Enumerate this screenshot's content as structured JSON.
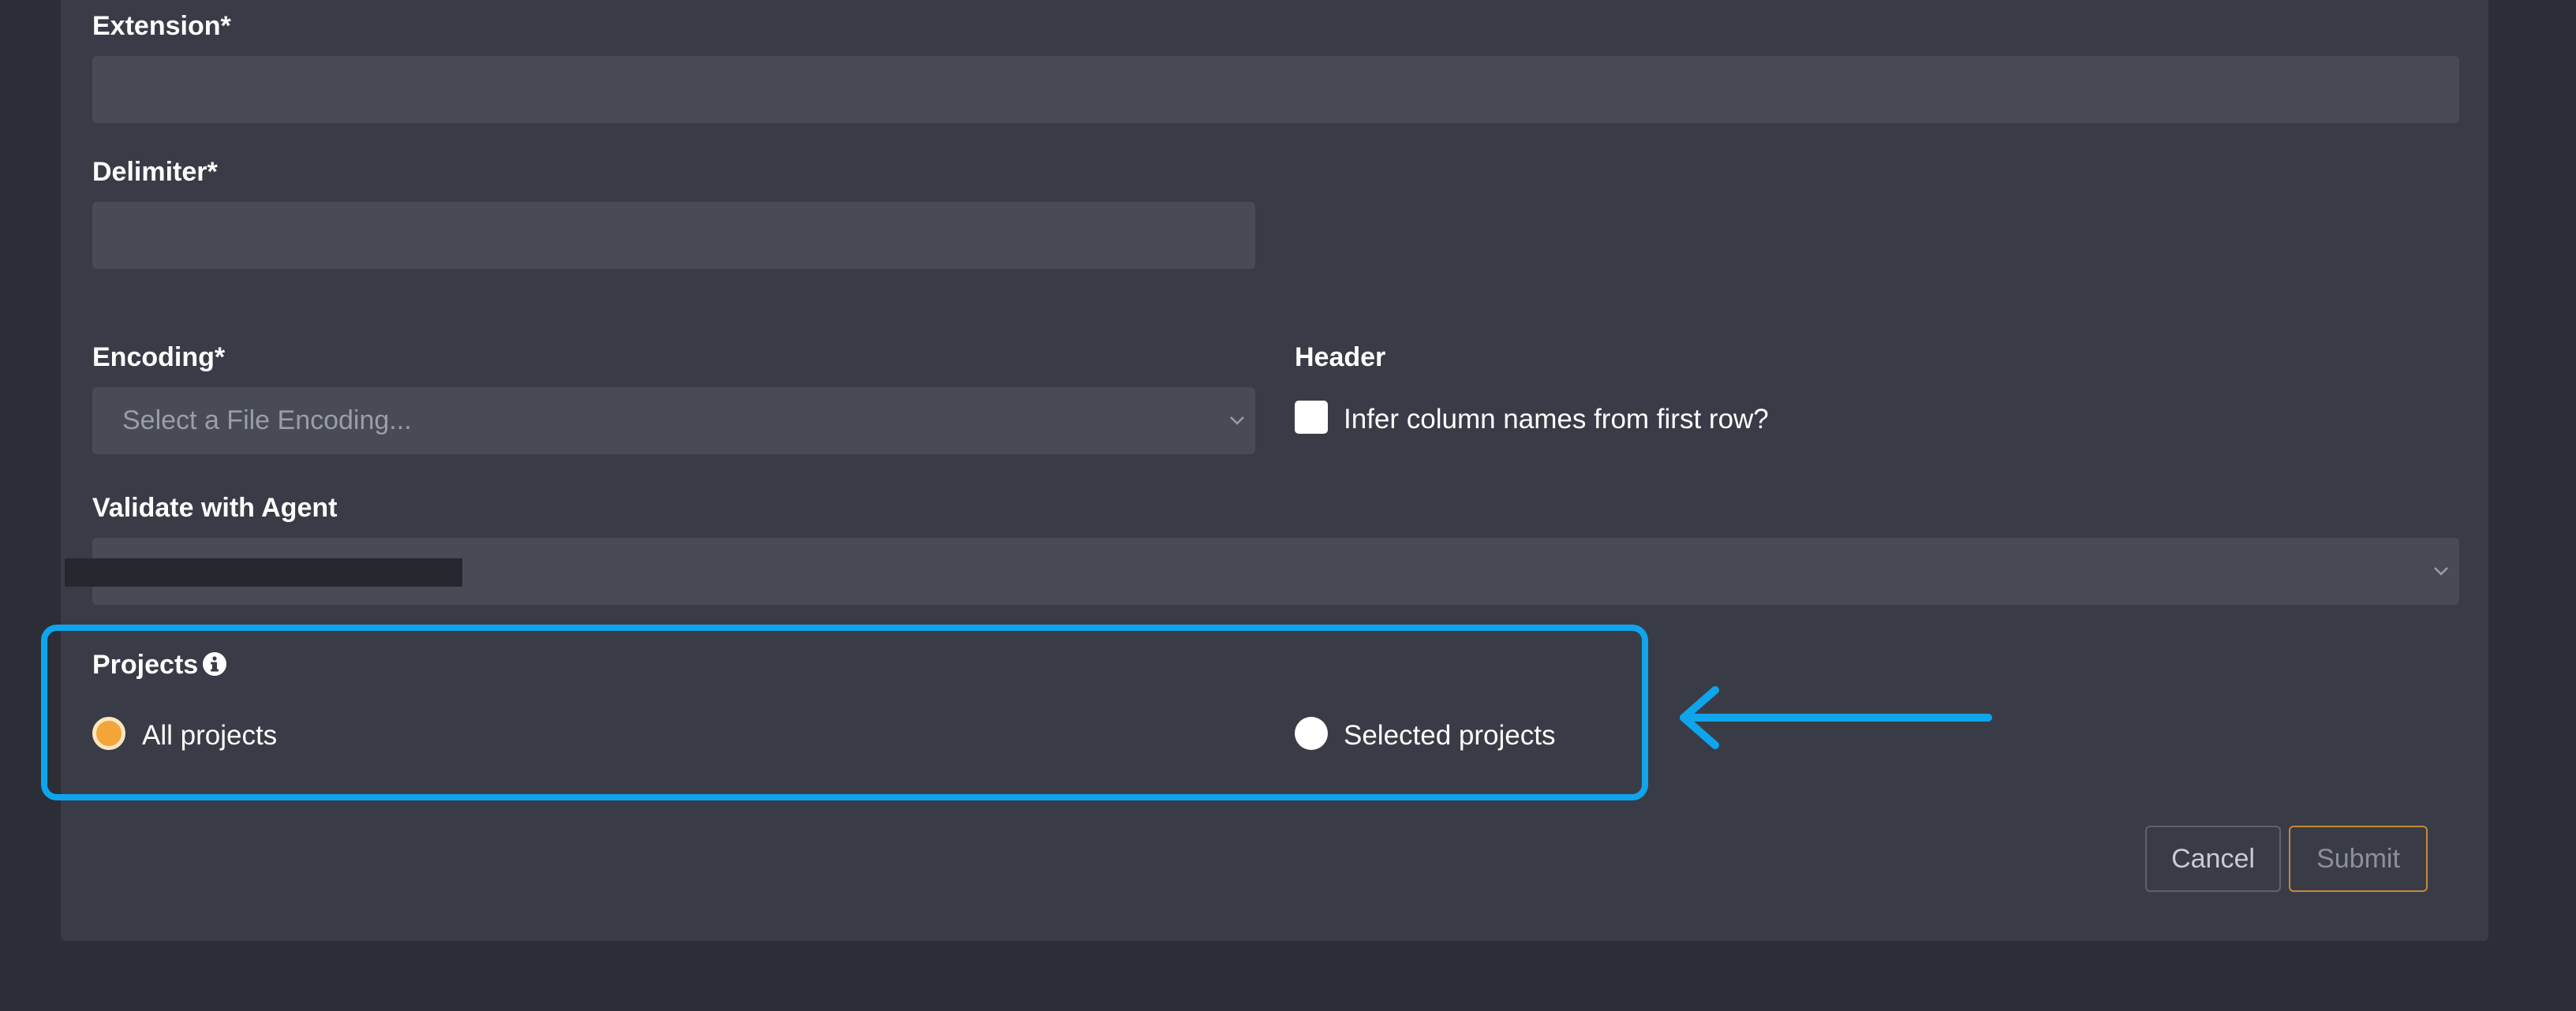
{
  "form": {
    "extension": {
      "label": "Extension*",
      "value": ""
    },
    "delimiter": {
      "label": "Delimiter*",
      "value": ""
    },
    "encoding": {
      "label": "Encoding*",
      "placeholder": "Select a File Encoding..."
    },
    "header": {
      "label": "Header",
      "checkbox_label": "Infer column names from first row?",
      "checked": false
    },
    "validate_agent": {
      "label": "Validate with Agent",
      "value_redacted": true
    },
    "projects": {
      "label": "Projects",
      "info_icon": "info-circle-icon",
      "options": [
        {
          "label": "All projects",
          "selected": true
        },
        {
          "label": "Selected projects",
          "selected": false
        }
      ]
    }
  },
  "buttons": {
    "cancel": "Cancel",
    "submit": "Submit"
  },
  "annotation": {
    "highlight_color": "#0ea5ec",
    "arrow_icon": "arrow-left-icon"
  },
  "colors": {
    "page_bg": "#2c2e37",
    "panel_bg": "#393c47",
    "field_bg": "#484b56",
    "radio_accent": "#f3a53a",
    "submit_border": "#c48a3c"
  }
}
